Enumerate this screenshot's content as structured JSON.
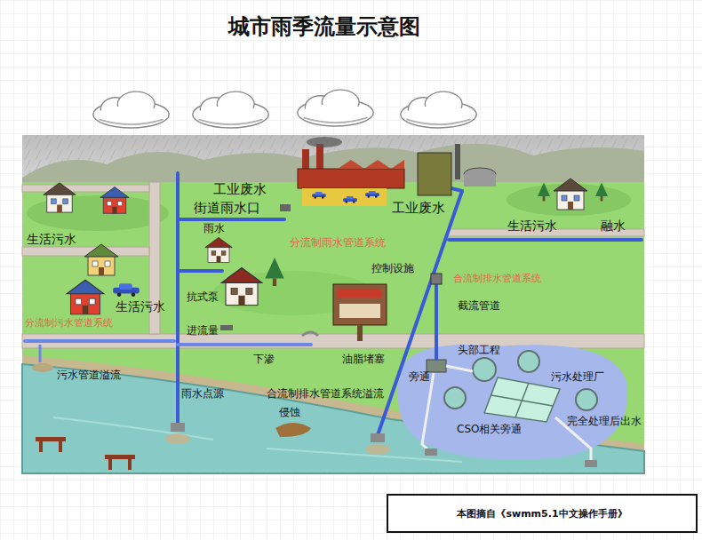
{
  "diagram": {
    "title": "城市雨季流量示意图",
    "nodes": [
      {
        "text": [
          "本图摘自《swmm5.1中文操作手册》"
        ]
      }
    ],
    "labels": [
      "工业废水",
      "街道雨水口",
      "工业废水",
      "生活污水",
      "生活污水",
      "融水",
      "雨水",
      "分流制雨水管道系统",
      "控制设施",
      "合流制排水管道系统",
      "抗式泵",
      "生活污水",
      "分流制污水管道系统",
      "截流管道",
      "进流量",
      "头部工程",
      "下渗",
      "油脂堵塞",
      "污水管道溢流",
      "旁通",
      "污水处理厂",
      "雨水点源",
      "合流制排水管道系统溢流",
      "侵蚀",
      "完全处理后出水",
      "CSO相关旁通"
    ]
  }
}
